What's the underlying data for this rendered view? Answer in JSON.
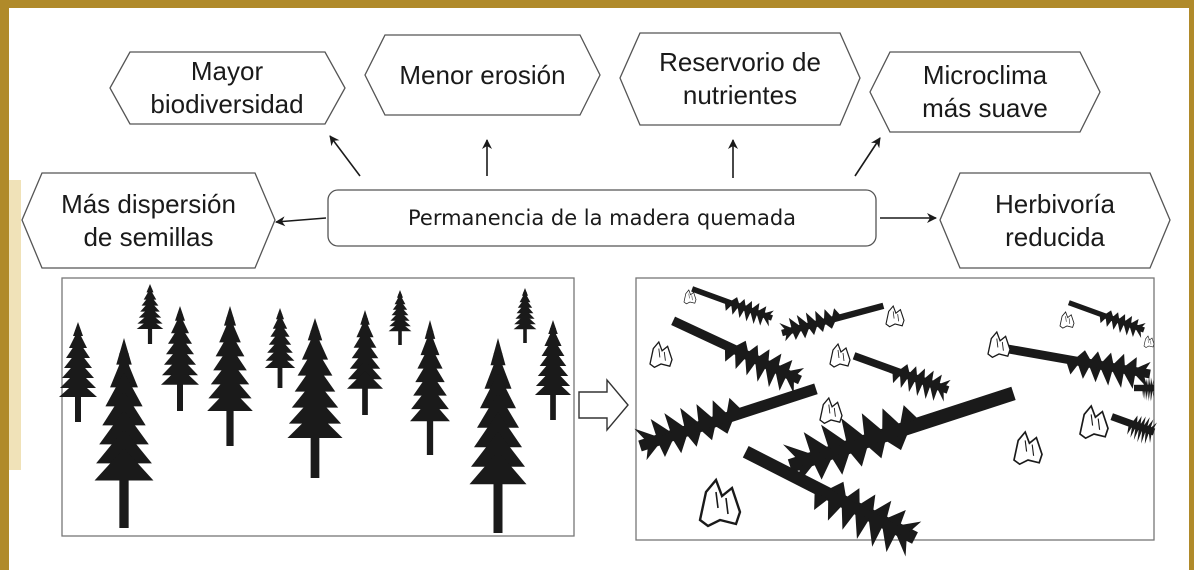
{
  "diagram": {
    "center": {
      "label": "Permanencia de la madera quemada"
    },
    "effects": [
      {
        "id": "biodiversidad",
        "label": "Mayor\nbiodiversidad"
      },
      {
        "id": "erosion",
        "label": "Menor erosión"
      },
      {
        "id": "nutrientes",
        "label": "Reservorio de\nnutrientes"
      },
      {
        "id": "microclima",
        "label": "Microclima\nmás suave"
      },
      {
        "id": "semillas",
        "label": "Más dispersión\nde semillas"
      },
      {
        "id": "herbivoria",
        "label": "Herbivoría\nreducida"
      }
    ],
    "panels": [
      {
        "id": "standing-forest",
        "content": "standing-conifers"
      },
      {
        "id": "fallen-wood",
        "content": "fallen-burned-logs"
      }
    ],
    "colors": {
      "frame": "#b08a2a",
      "ink": "#1a1a1a"
    }
  }
}
